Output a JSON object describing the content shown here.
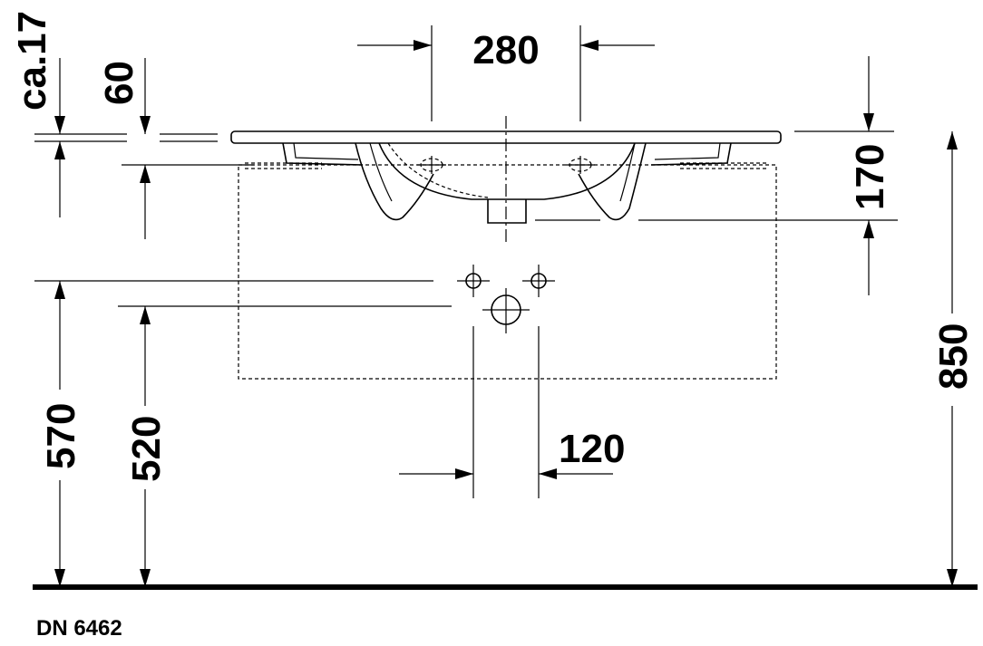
{
  "dimensions": {
    "top_width": "280",
    "ca17": "ca.17",
    "d60": "60",
    "d170": "170",
    "d850": "850",
    "d570": "570",
    "d520": "520",
    "d120": "120"
  },
  "model_code": "DN 6462"
}
